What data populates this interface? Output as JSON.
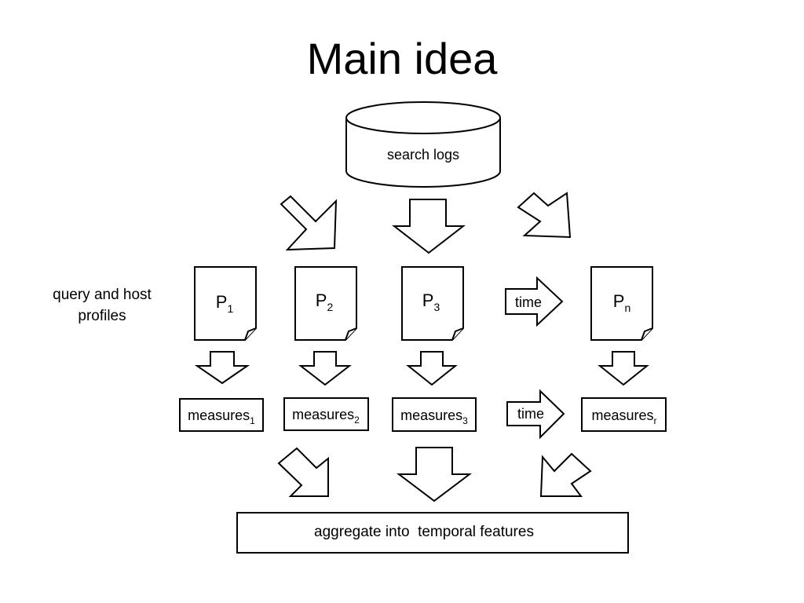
{
  "title": "Main idea",
  "diagram": {
    "source": "search logs",
    "side_label": "query and host profiles",
    "profiles": [
      {
        "label": "P",
        "sub": "1"
      },
      {
        "label": "P",
        "sub": "2"
      },
      {
        "label": "P",
        "sub": "3"
      },
      {
        "label": "P",
        "sub": "n"
      }
    ],
    "measures": [
      {
        "label": "measures",
        "sub": "1"
      },
      {
        "label": "measures",
        "sub": "2"
      },
      {
        "label": "measures",
        "sub": "3"
      },
      {
        "label": "measures",
        "sub": "r"
      }
    ],
    "time_label_top": "time",
    "time_label_bottom": "time",
    "aggregate": "aggregate into  temporal features"
  }
}
